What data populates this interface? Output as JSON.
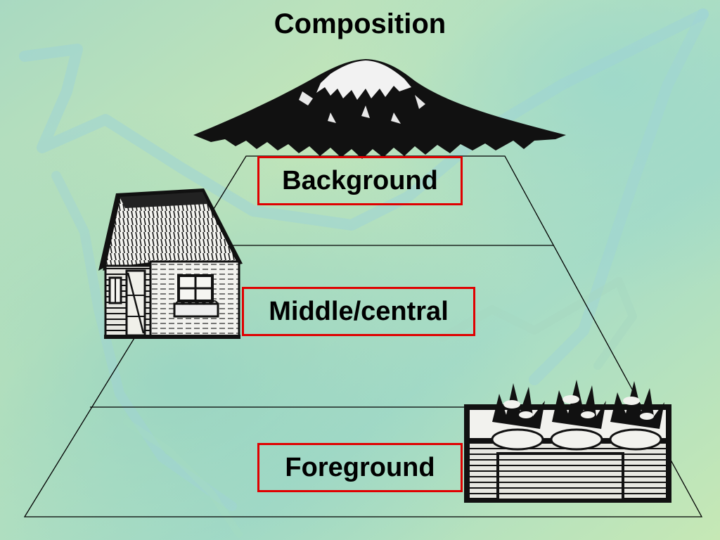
{
  "title": "Composition",
  "layers": {
    "background": "Background",
    "middle": "Middle/central",
    "foreground": "Foreground"
  },
  "colors": {
    "box_border": "#e00000",
    "bg_light": "#bfe3b7",
    "bg_teal": "#8fcfbf",
    "line": "#000000"
  },
  "illustrations": [
    "mountain-icon",
    "house-icon",
    "flower-planter-icon"
  ]
}
